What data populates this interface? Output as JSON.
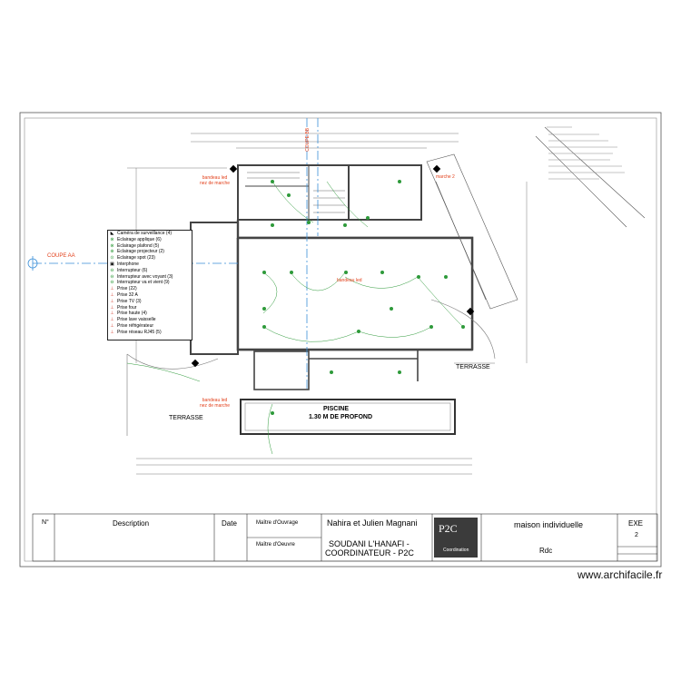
{
  "plan": {
    "coupe_bb": "COUPE BB",
    "coupe_aa": "COUPE AA",
    "pool_title": "PISCINE",
    "pool_depth": "1.30 M DE PROFOND",
    "terrace_left": "TERRASSE",
    "terrace_right": "TERRASSE",
    "label_bandeau_top": "bandeau led\nnez de marche",
    "label_bandeau_bottom": "bandeau led\nnez de marche",
    "label_bandeau_center": "bandeau led",
    "label_marche": "marche 2"
  },
  "legend": {
    "items": [
      {
        "symbol": "◣",
        "label": "Caméra de surveillance (4)",
        "color": "#000000"
      },
      {
        "symbol": "⊗",
        "label": "Eclairage applique (6)",
        "color": "#2e9a3a"
      },
      {
        "symbol": "⊗",
        "label": "Eclairage plafond (5)",
        "color": "#2e9a3a"
      },
      {
        "symbol": "⊕",
        "label": "Eclairage projecteur (2)",
        "color": "#2e9a3a"
      },
      {
        "symbol": "⊙",
        "label": "Eclairage spot (23)",
        "color": "#2e9a3a"
      },
      {
        "symbol": "▣",
        "label": "Interphone",
        "color": "#000000"
      },
      {
        "symbol": "⊖",
        "label": "Interrupteur (6)",
        "color": "#2e9a3a"
      },
      {
        "symbol": "⊖",
        "label": "Interrupteur avec voyant (3)",
        "color": "#2e9a3a"
      },
      {
        "symbol": "⊖",
        "label": "Interrupteur va et vient (9)",
        "color": "#2e9a3a"
      },
      {
        "symbol": "⊥",
        "label": "Prise (22)",
        "color": "#d33a2a"
      },
      {
        "symbol": "⊥",
        "label": "Prise 32 A",
        "color": "#d33a2a"
      },
      {
        "symbol": "⊥",
        "label": "Prise TV (3)",
        "color": "#d33a2a"
      },
      {
        "symbol": "⊥",
        "label": "Prise four",
        "color": "#d33a2a"
      },
      {
        "symbol": "⊥",
        "label": "Prise haute (4)",
        "color": "#d33a2a"
      },
      {
        "symbol": "⊥",
        "label": "Prise lave vaisselle",
        "color": "#d33a2a"
      },
      {
        "symbol": "⊥",
        "label": "Prise réfrigérateur",
        "color": "#d33a2a"
      },
      {
        "symbol": "⊥",
        "label": "Prise réseau RJ45 (5)",
        "color": "#d33a2a"
      }
    ]
  },
  "cartouche": {
    "col_num": "N°",
    "col_description": "Description",
    "col_date": "Date",
    "maitre_ouvrage_label": "Maître d'Ouvrage",
    "maitre_oeuvre_label": "Maître d'Oeuvre",
    "client_name": "Nahira et Julien Magnani",
    "coordinator_line1": "SOUDANI L'HANAFI -",
    "coordinator_line2": "COORDINATEUR - P2C",
    "logo_letters": "P2C",
    "logo_sub": "Coordination",
    "project_name": "maison individuelle",
    "level": "Rdc",
    "phase": "EXE",
    "sheet_number": "2"
  },
  "footer": {
    "watermark": "www.archifacile.fr"
  },
  "colors": {
    "wall": "#444444",
    "red_text": "#e2401b",
    "green_symbol": "#2e9a3a",
    "section_line": "#3a8fd8"
  }
}
